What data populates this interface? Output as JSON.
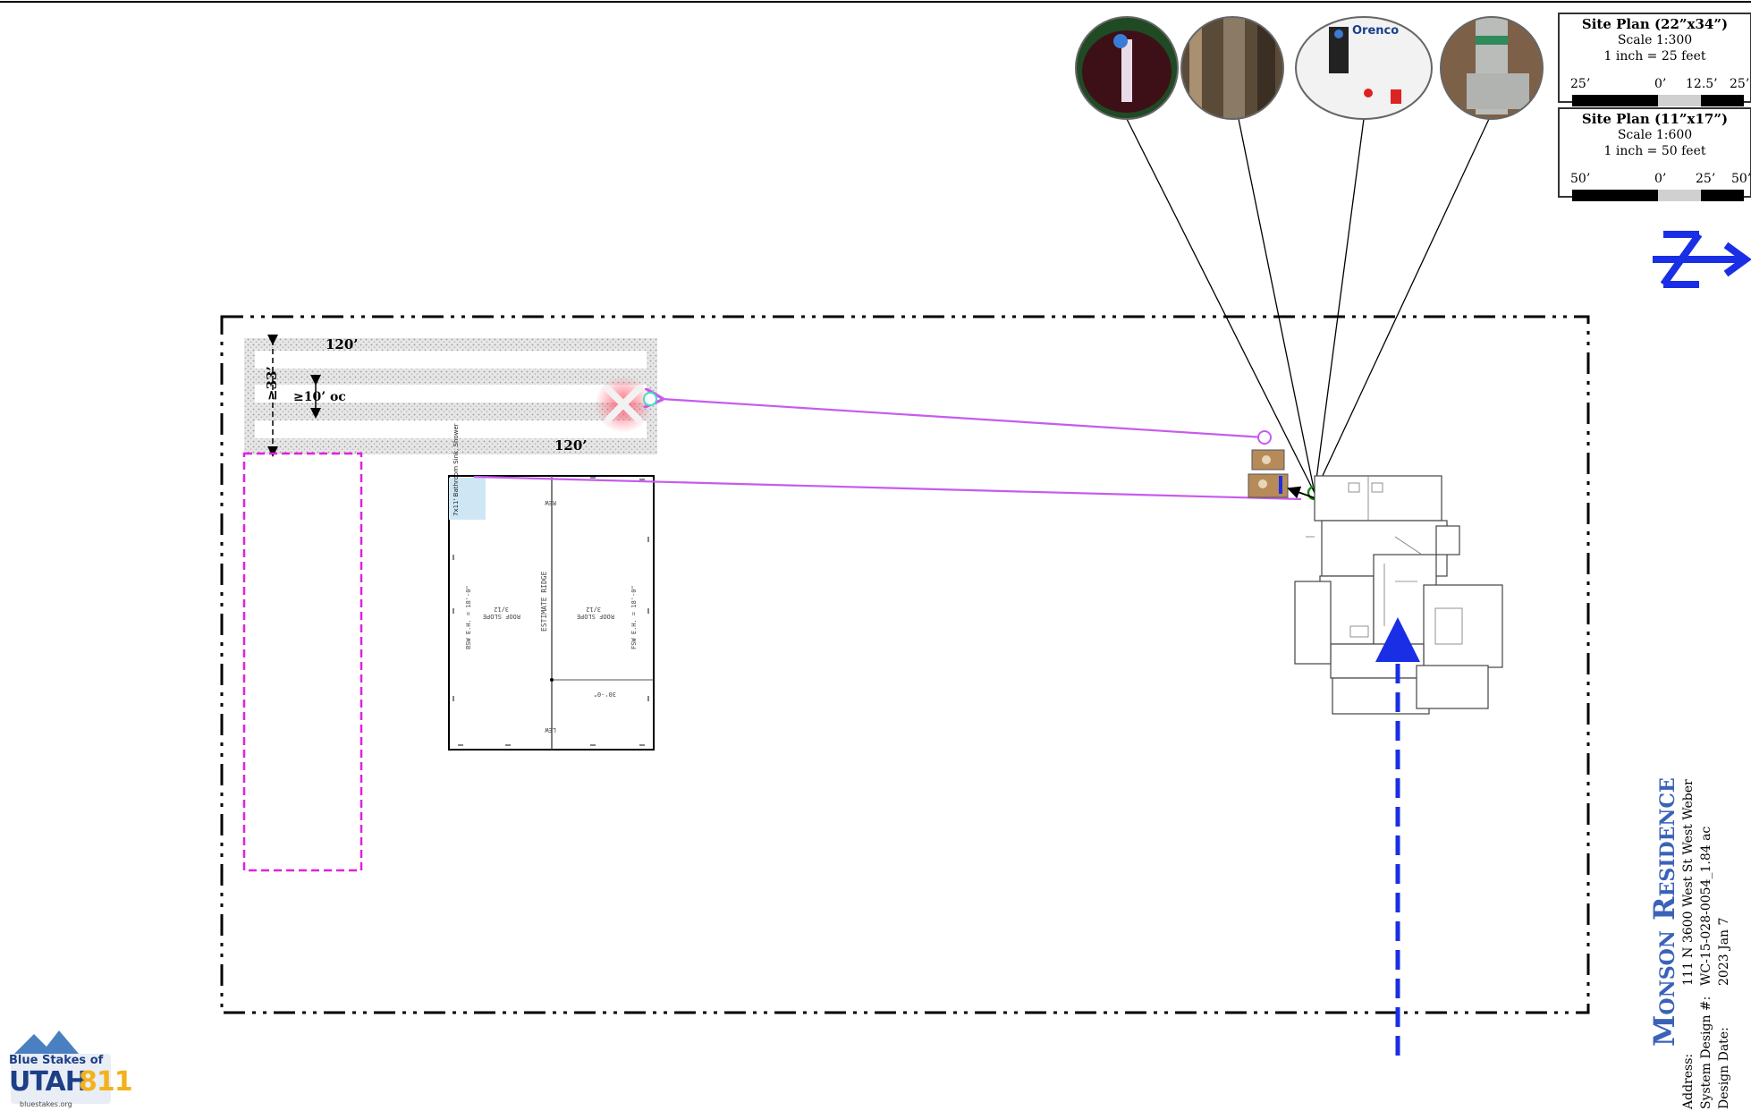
{
  "scales": [
    {
      "title": "Site Plan (22”x34”)",
      "scale": "Scale 1:300",
      "inch": "1 inch = 25 feet",
      "ticks": [
        "25’",
        "0’",
        "12.5’",
        "25’"
      ]
    },
    {
      "title": "Site Plan (11”x17”)",
      "scale": "Scale 1:600",
      "inch": "1 inch = 50 feet",
      "ticks": [
        "50’",
        "0’",
        "25’",
        "50’"
      ]
    }
  ],
  "drainfield": {
    "length_top": "120’",
    "length_bottom": "120’",
    "width": "≥33’",
    "spacing": "≥10’ oc"
  },
  "shop": {
    "bathroom_note": "7x11' Bathroom Sink, Shower",
    "ridge": "ESTIMATE RIDGE",
    "left_slope": "ROOF SLOPE",
    "left_slope_ratio": "3/12",
    "right_slope": "ROOF SLOPE",
    "right_slope_ratio": "3/12",
    "left_eh": "BSW E.H. = 18'-0\"",
    "right_eh": "FSW E.H. = 18'-0\"",
    "left_wall": "BSW",
    "right_wall": "FSW",
    "bottom_wall": "LEW",
    "top_wall": "REW",
    "dim": "30'-0\""
  },
  "title_block": {
    "name": "Monson Residence",
    "labels": [
      "Address:",
      "System Design #:",
      "Design Date:"
    ],
    "values": [
      "111 N 3600 West St West Weber",
      "WC-15-028-0054_1.84 ac",
      "2023 Jan 7"
    ]
  },
  "photo_bubbles": [
    "riser-photo",
    "pipe-photo",
    "orenco-panel-photo",
    "tee-fitting-photo"
  ],
  "orenco_label": "Orenco",
  "logo": {
    "top": "Blue Stakes of",
    "main": "UTAH",
    "num": "811",
    "url": "bluestakes.org"
  },
  "colors": {
    "north_arrow": "#1a2ee6",
    "flow_line": "#c65bf0",
    "reserve_area": "#e020e0",
    "water_line": "#1a2ee6",
    "title": "#3b62b8"
  }
}
